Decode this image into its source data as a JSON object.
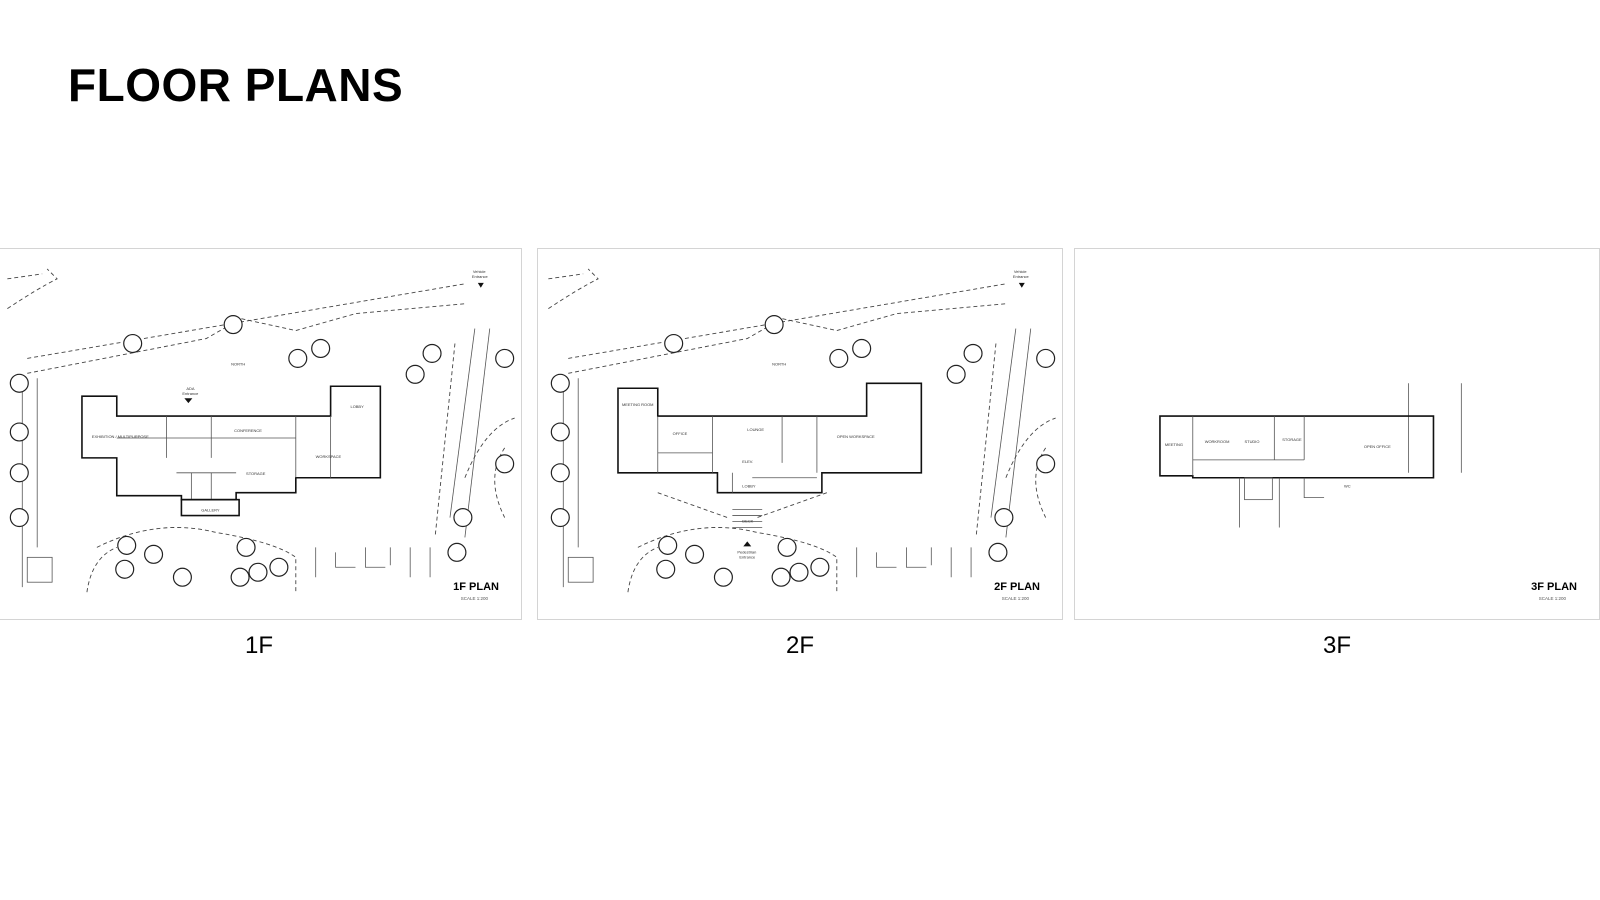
{
  "page": {
    "title": "FLOOR PLANS"
  },
  "panels": [
    {
      "caption": "1F",
      "plan_label": "1F PLAN",
      "scale": "SCALE 1:200",
      "vehicle_entrance": [
        "Vehicle",
        "Entrance"
      ],
      "main_entrance": [
        "ADA",
        "Entrance"
      ]
    },
    {
      "caption": "2F",
      "plan_label": "2F PLAN",
      "scale": "SCALE 1:200",
      "vehicle_entrance": [
        "Vehicle",
        "Entrance"
      ],
      "main_entrance": [
        "Pedestrian",
        "Entrance"
      ]
    },
    {
      "caption": "3F",
      "plan_label": "3F PLAN",
      "scale": "SCALE 1:200"
    }
  ]
}
